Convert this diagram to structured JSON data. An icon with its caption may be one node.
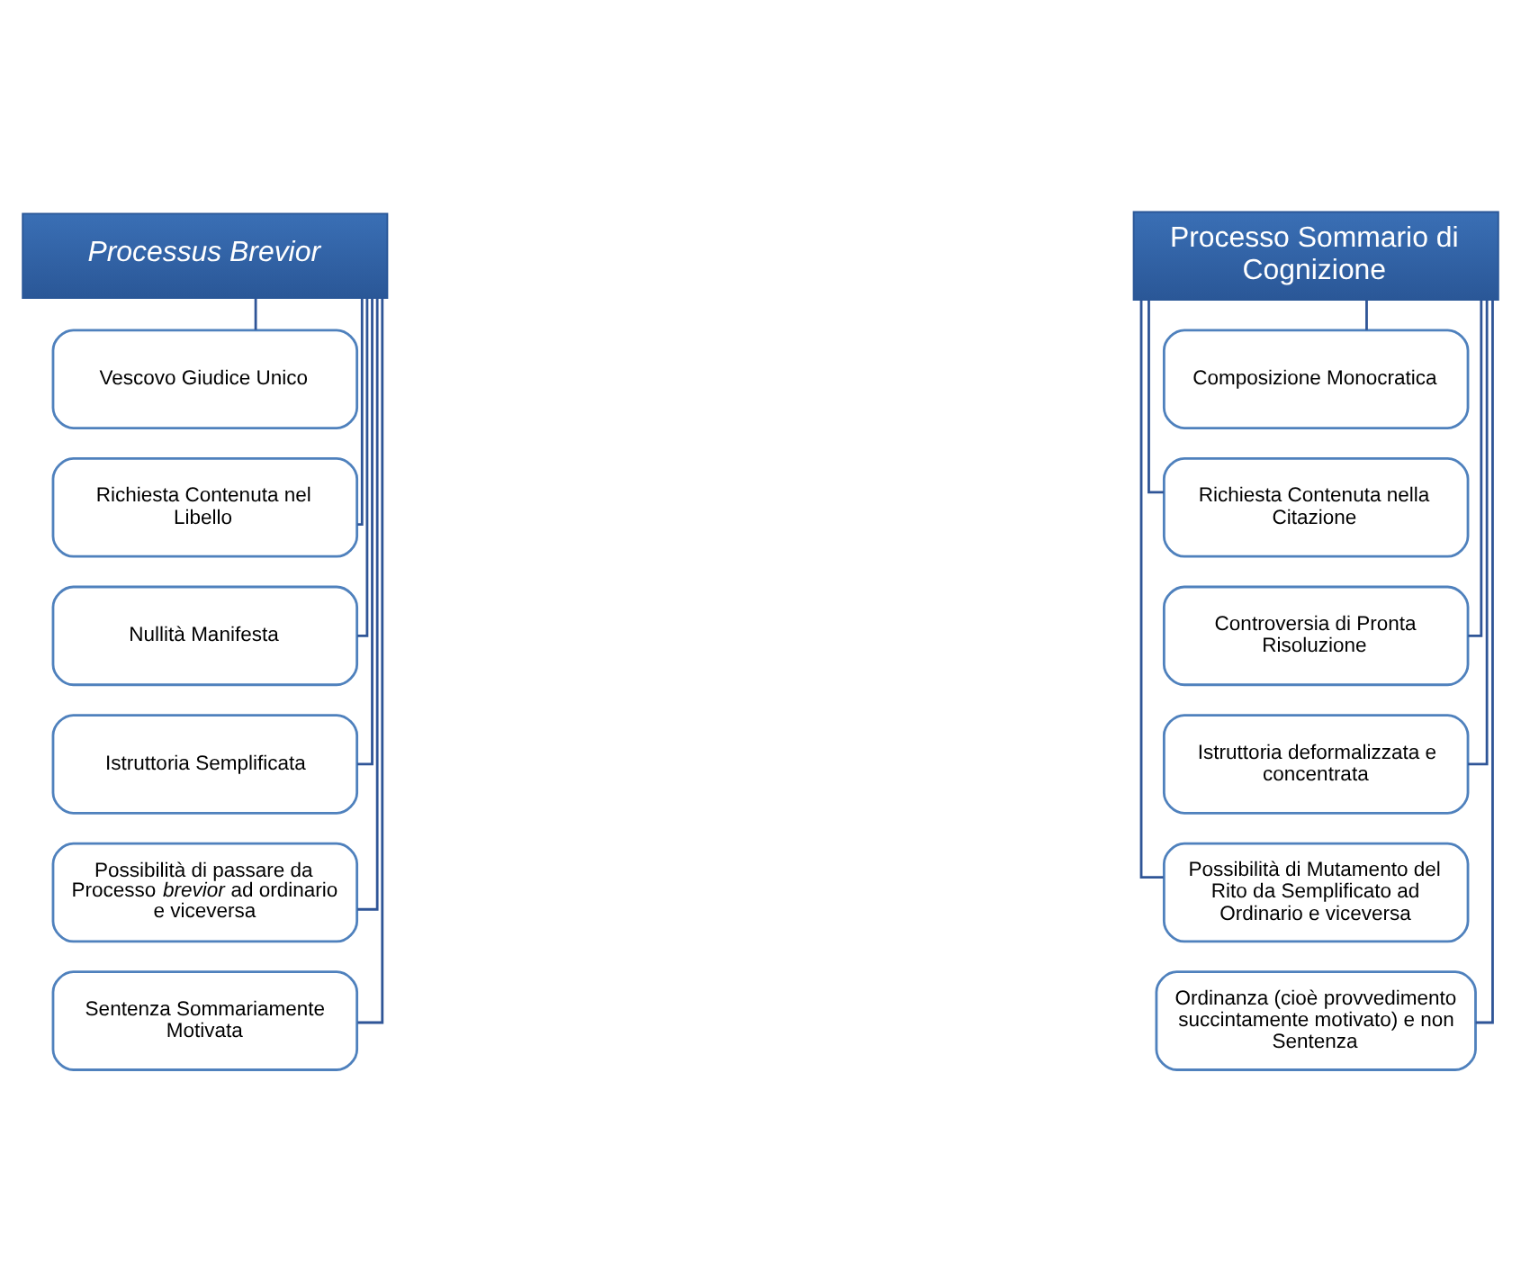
{
  "diagram": {
    "nodes": [
      {
        "text": [
          "Processus Brevior"
        ]
      },
      {
        "text": [
          "Vescovo Giudice Unico"
        ]
      },
      {
        "text": [
          "Richiesta Contenuta nel Libello"
        ]
      },
      {
        "text": [
          "Nullità Manifesta"
        ]
      },
      {
        "text": [
          "Istruttoria Semplificata"
        ]
      },
      {
        "text": [
          "Possibilità di passare da Processo *brevior* ad ordinario e viceversa"
        ]
      },
      {
        "text": [
          "Sentenza Sommariamente Motivata"
        ]
      },
      {
        "text": [
          "Processo Sommario di Cognizione"
        ]
      },
      {
        "text": [
          "Composizione Monocratica"
        ]
      },
      {
        "text": [
          "Richiesta Contenuta nella Citazione"
        ]
      },
      {
        "text": [
          "Controversia di Pronta Risoluzione"
        ]
      },
      {
        "text": [
          "Istruttoria deformalizzata e concentrata"
        ]
      },
      {
        "text": [
          "Possibilità di Mutamento del Rito da Semplificato ad Ordinario e viceversa"
        ]
      },
      {
        "text": [
          "Ordinanza (cioè provvedimento succintamente motivato) e non Sentenza"
        ]
      }
    ],
    "edges": [
      {
        "from": 0,
        "to": 1,
        "arrow": "none"
      },
      {
        "from": 0,
        "to": 2,
        "arrow": "none"
      },
      {
        "from": 0,
        "to": 3,
        "arrow": "none"
      },
      {
        "from": 0,
        "to": 4,
        "arrow": "none"
      },
      {
        "from": 0,
        "to": 5,
        "arrow": "none"
      },
      {
        "from": 0,
        "to": 6,
        "arrow": "none"
      },
      {
        "from": 7,
        "to": 8,
        "arrow": "none"
      },
      {
        "from": 7,
        "to": 9,
        "arrow": "none"
      },
      {
        "from": 7,
        "to": 10,
        "arrow": "none"
      },
      {
        "from": 7,
        "to": 11,
        "arrow": "none"
      },
      {
        "from": 7,
        "to": 12,
        "arrow": "none"
      },
      {
        "from": 7,
        "to": 13,
        "arrow": "none"
      }
    ]
  }
}
